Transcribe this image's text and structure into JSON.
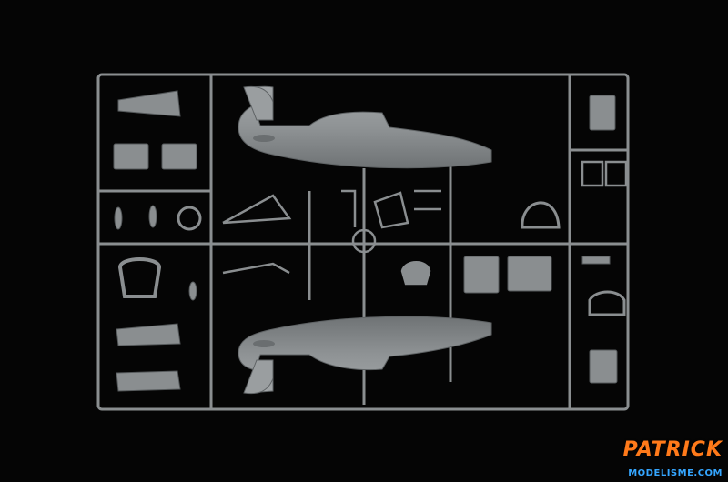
{
  "scene": {
    "subject": "plastic model kit sprue with aircraft fuselage halves and small parts",
    "background_color": "#050505",
    "plastic_color": "#8e9294"
  },
  "watermark": {
    "brand_text": "PATRICK",
    "site_text": "MODELISME.COM",
    "brand_color": "#ff7a1a",
    "site_color": "#35a6ff"
  }
}
